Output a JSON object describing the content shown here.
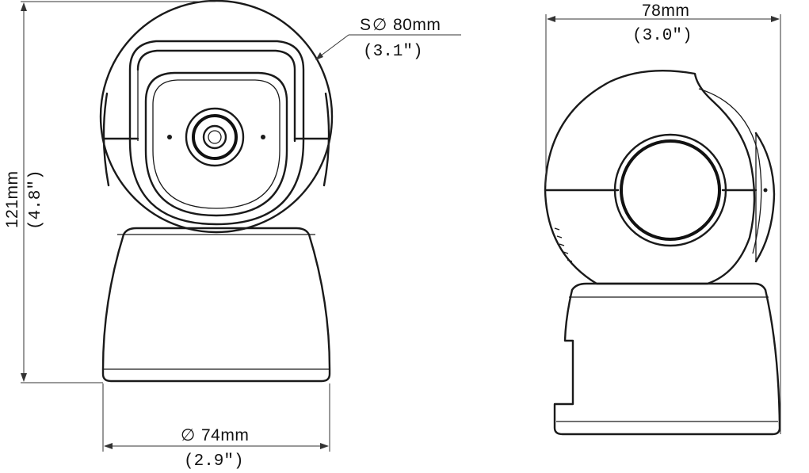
{
  "dimensions": {
    "sphere": {
      "prefix": "S",
      "symbol": "∅",
      "mm": "80mm",
      "inch": "(3.1\")"
    },
    "height": {
      "mm": "121mm",
      "inch": "(4.8\")"
    },
    "base": {
      "symbol": "∅",
      "mm": "74mm",
      "inch": "(2.9\")"
    },
    "depth": {
      "mm": "78mm",
      "inch": "(3.0\")"
    }
  }
}
